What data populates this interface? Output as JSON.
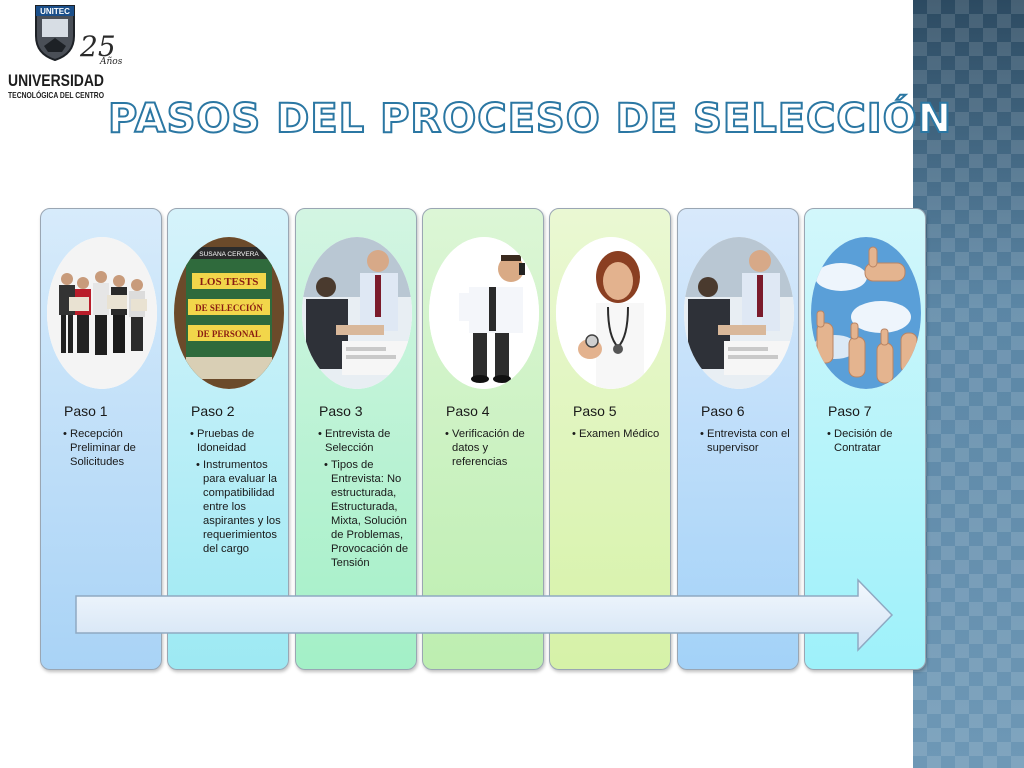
{
  "logo": {
    "top": "UNITEC",
    "anniversary_num": "25",
    "anniversary_word": "Años",
    "name": "UNIVERSIDAD",
    "subtitle": "TECNOLÓGICA DEL CENTRO"
  },
  "title": "Pasos del Proceso de Selección",
  "colors": {
    "title_stroke": "#2b77a3",
    "arrow": "#dde9f6",
    "right_band": "#4f7896"
  },
  "steps": [
    {
      "label": "Paso 1",
      "items": [
        "Recepción Preliminar de Solicitudes"
      ],
      "subitems": [],
      "photo": "business-people-reading-newspapers"
    },
    {
      "label": "Paso 2",
      "items": [
        "Pruebas de Idoneidad"
      ],
      "subitems": [
        "Instrumentos para evaluar la compatibilidad entre los aspirantes y los requerimientos del cargo"
      ],
      "photo": "book-cover",
      "photo_text": [
        "SUSANA CERVERA",
        "LOS TESTS",
        "DE SELECCIÓN",
        "DE PERSONAL"
      ]
    },
    {
      "label": "Paso 3",
      "items": [
        "Entrevista de Selección"
      ],
      "subitems": [
        "Tipos de Entrevista: No estructurada, Estructurada, Mixta, Solución de Problemas, Provocación de Tensión"
      ],
      "photo": "interview-handshake"
    },
    {
      "label": "Paso 4",
      "items": [
        "Verificación de datos y referencias"
      ],
      "subitems": [],
      "photo": "man-on-phone"
    },
    {
      "label": "Paso 5",
      "items": [
        "Examen Médico"
      ],
      "subitems": [],
      "photo": "doctor-stethoscope"
    },
    {
      "label": "Paso 6",
      "items": [
        "Entrevista con el supervisor"
      ],
      "subitems": [],
      "photo": "interview-handshake"
    },
    {
      "label": "Paso 7",
      "items": [
        "Decisión de Contratar"
      ],
      "subitems": [],
      "photo": "thumbs-up-sky"
    }
  ]
}
